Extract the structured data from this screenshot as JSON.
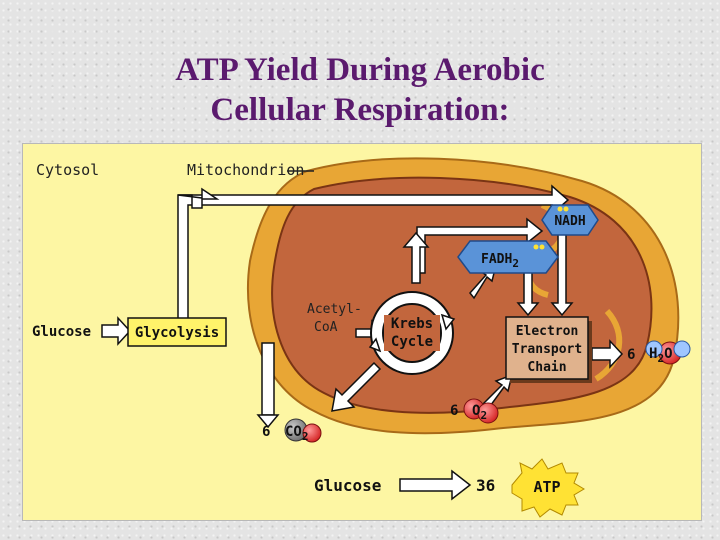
{
  "slide": {
    "title_line1": "ATP Yield During Aerobic",
    "title_line2": "Cellular Respiration:"
  },
  "diagram": {
    "cytosol_label": "Cytosol",
    "mitochondrion_label": "Mitochondrion",
    "glucose_input": "Glucose",
    "glycolysis": "Glycolysis",
    "acetyl_coa_line1": "Acetyl-",
    "acetyl_coa_line2": "CoA",
    "krebs_line1": "Krebs",
    "krebs_line2": "Cycle",
    "nadh": "NADH",
    "fadh2": "FADH",
    "fadh2_sub": "2",
    "etc_line1": "Electron",
    "etc_line2": "Transport",
    "etc_line3": "Chain",
    "o2_coef": "6",
    "o2_mol": "O",
    "o2_sub": "2",
    "co2_coef": "6",
    "co2_mol": "CO",
    "co2_sub": "2",
    "h2o_coef": "6",
    "h2o_h": "H",
    "h2o_sub": "2",
    "h2o_o": "O",
    "summary_glucose": "Glucose",
    "summary_count": "36",
    "summary_atp": "ATP"
  },
  "colors": {
    "title": "#5b1a6e",
    "panel_background": "#fdf6a3",
    "outer_membrane": "#e8a635",
    "matrix": "#c2663d",
    "arrow_fill": "#ffffff",
    "nadh_hexagon": "#5a93d8",
    "glycolysis_box": "#fff36a",
    "etc_box": "#e0b28d",
    "oxygen_atom": "#e83a3a",
    "carbon_atom": "#808080",
    "atp_burst": "#ffe234"
  }
}
